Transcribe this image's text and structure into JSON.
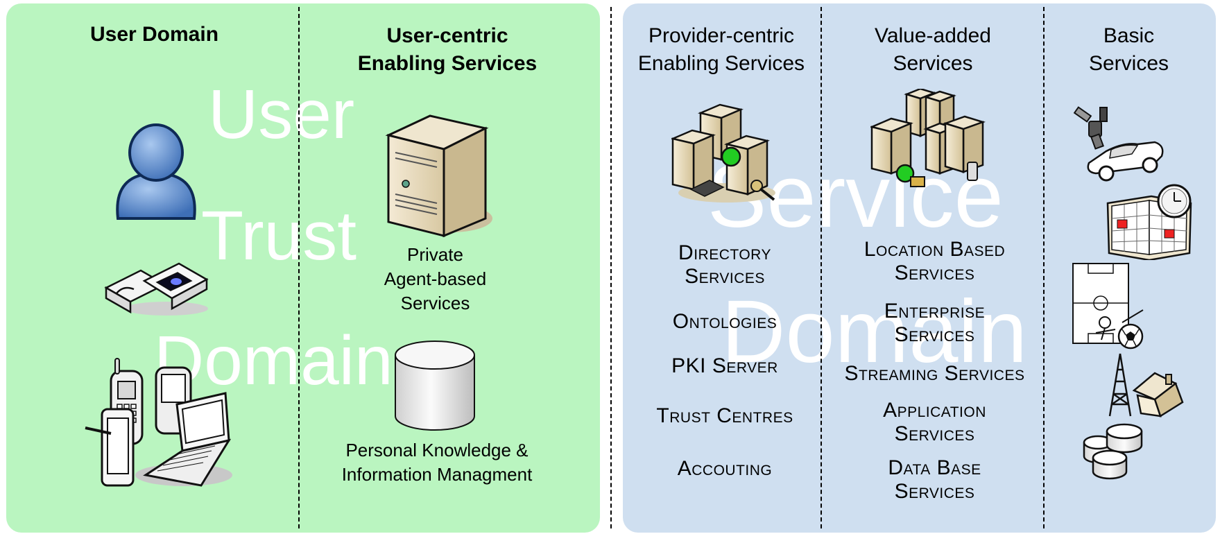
{
  "domains": {
    "user": {
      "watermark": [
        "User",
        "Trust",
        "Domain"
      ],
      "columns": {
        "user_domain": {
          "title": "User Domain"
        },
        "user_centric": {
          "title": [
            "User-centric",
            "Enabling Services"
          ]
        }
      },
      "labels": {
        "private_agent": [
          "Private",
          "Agent-based",
          "Services"
        ],
        "personal_knowledge": [
          "Personal Knowledge &",
          "Information Managment"
        ]
      }
    },
    "service": {
      "watermark": [
        "Service",
        "Domain"
      ],
      "columns": {
        "provider_centric": {
          "title": [
            "Provider-centric",
            "Enabling Services"
          ],
          "items": [
            [
              "Directory",
              "Services"
            ],
            [
              "Ontologies"
            ],
            [
              "PKI Server"
            ],
            [
              "Trust Centres"
            ],
            [
              "Accouting"
            ]
          ]
        },
        "value_added": {
          "title": [
            "Value-added",
            "Services"
          ],
          "items": [
            [
              "Location Based",
              "Services"
            ],
            [
              "Enterprise",
              "Services"
            ],
            [
              "Streaming Services"
            ],
            [
              "Application",
              "Services"
            ],
            [
              "Data Base",
              "Services"
            ]
          ]
        },
        "basic": {
          "title": [
            "Basic",
            "Services"
          ]
        }
      }
    }
  },
  "colors": {
    "user_domain_bg": "#baf5c0",
    "service_domain_bg": "#cfdff0",
    "watermark": "#ffffff",
    "accent_green": "#22cc22"
  }
}
